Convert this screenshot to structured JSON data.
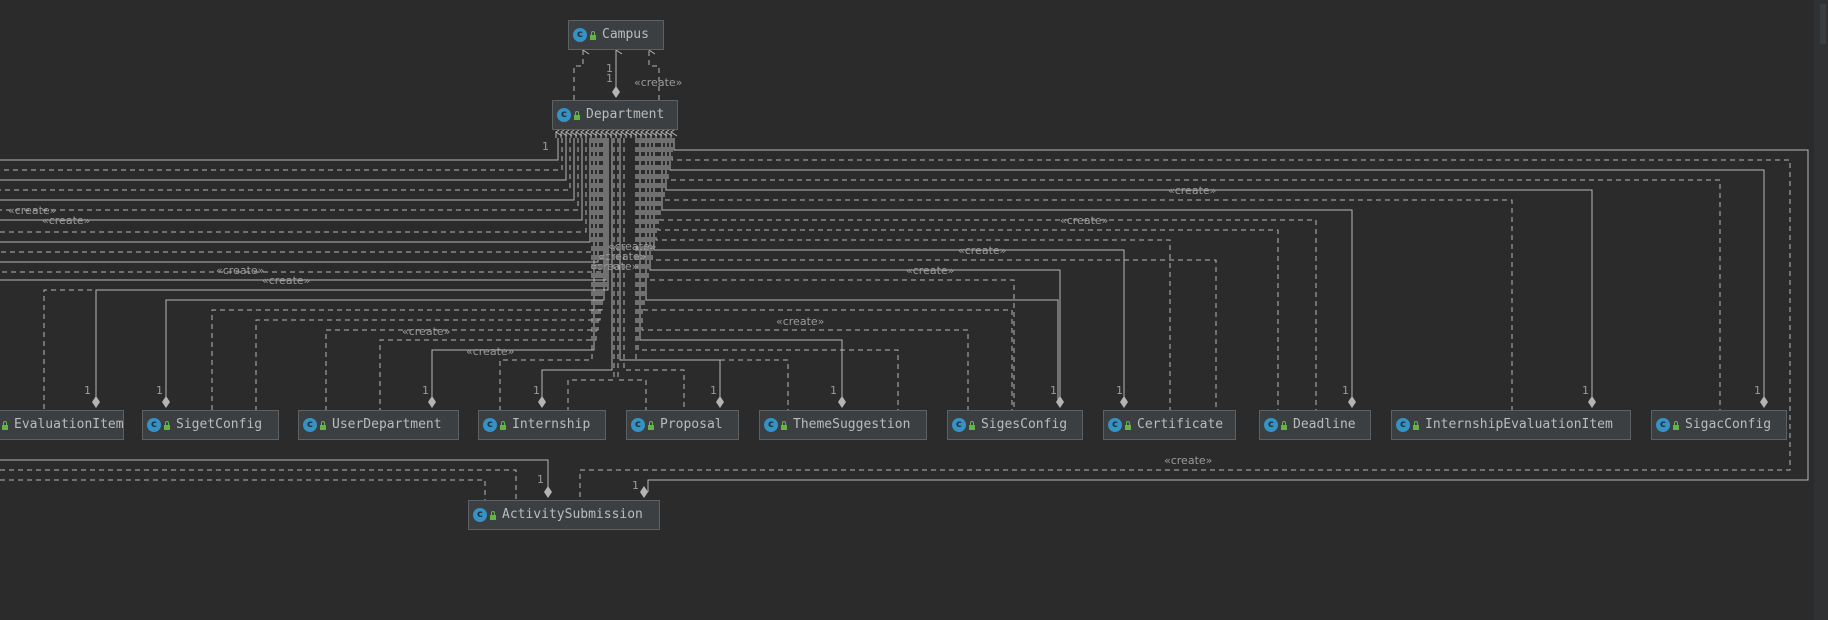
{
  "diagram": {
    "classes": {
      "campus": "Campus",
      "department": "Department",
      "evaluation_item": "EvaluationItem",
      "siget_config": "SigetConfig",
      "user_department": "UserDepartment",
      "internship": "Internship",
      "proposal": "Proposal",
      "theme_suggestion": "ThemeSuggestion",
      "siges_config": "SigesConfig",
      "certificate": "Certificate",
      "deadline": "Deadline",
      "internship_evaluation_item": "InternshipEvaluationItem",
      "sigac_config": "SigacConfig",
      "activity_submission": "ActivitySubmission"
    },
    "class_icon_letter": "c",
    "create_label": "«create»",
    "multiplicity_one": "1",
    "colors": {
      "background": "#2b2b2b",
      "node_fill": "#3c3f41",
      "node_border": "#5e6164",
      "node_text": "#bbbbbb",
      "edge": "#b4b4b4",
      "class_icon": "#3592c4",
      "visibility_icon": "#62b543"
    }
  }
}
